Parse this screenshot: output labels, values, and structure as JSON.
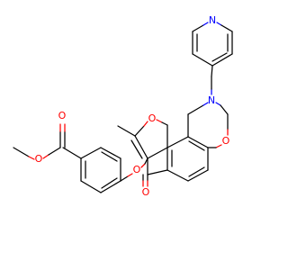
{
  "molecule": {
    "atoms": {
      "o_ester_carbonyl": "O",
      "o_ester_methoxy": "O",
      "o_aryl_ether": "O",
      "o_pyranone_ring": "O",
      "o_ketone": "O",
      "o_oxazine": "O",
      "n_oxazine": "N",
      "n_pyridine": "N"
    }
  },
  "colors": {
    "bond": "#000000",
    "oxygen": "#ff0000",
    "nitrogen": "#0000ff",
    "background": "#ffffff"
  }
}
